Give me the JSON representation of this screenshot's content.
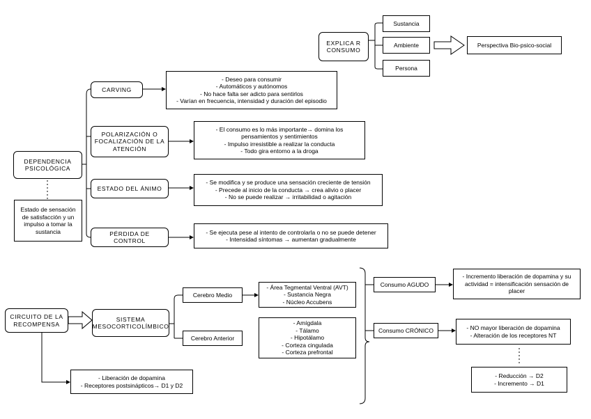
{
  "explicar": {
    "main": "EXPLICA R\nCONSUMO",
    "items": [
      "Sustancia",
      "Ambiente",
      "Persona"
    ],
    "result": "Perspectiva Bio-psico-social"
  },
  "dependencia": {
    "main": "DEPENDENCIA\nPSICOLÓGICA",
    "def": "Estado de sensación\nde satisfacción y un\nimpulso a tomar la\nsustancia",
    "categories": [
      {
        "label": "CARVING",
        "desc": "- Deseo para consumir\n- Automáticos y autónomos\n- No hace falta ser adicto para sentirlos\n- Varían en frecuencia, intensidad y duración del episodio"
      },
      {
        "label": "POLARIZACIÓN O\nFOCALIZACIÓN DE LA\nATENCIÓN",
        "desc": "- El consumo es lo más importante→ domina los\npensamientos y sentimientos\n- Impulso irresistible a realizar la conducta\n- Todo gira entorno a la droga"
      },
      {
        "label": "ESTADO DEL ÁNIMO",
        "desc": "- Se modifica y se produce una sensación creciente de tensión\n- Precede al inicio de la conducta → crea alivio o placer\n- No se puede realizar → irritabilidad o agitación"
      },
      {
        "label": "PÉRDIDA DE CONTROL",
        "desc": "- Se ejecuta pese al intento de controlarla o no se puede detener\n- Intensidad síntomas → aumentan gradualmente"
      }
    ]
  },
  "circuito": {
    "main": "CIRCUITO DE LA\nRECOMPENSA",
    "sistema": "SISTEMA\nMESOCORTICOLÍMBICO",
    "liberacion": "- Liberación de dopamina\n- Receptores postsinápticos→ D1 y D2",
    "cerebro_medio": "Cerebro Medio",
    "cerebro_medio_items": "- Área Tegmental Ventral (AVT)\n- Sustancia Negra\n- Núcleo Accubens",
    "cerebro_anterior": "Cerebro Anterior",
    "cerebro_anterior_items": "- Amígdala\n- Tálamo\n- Hipotálamo\n- Corteza cingulada\n- Corteza prefrontal"
  },
  "consumo": {
    "agudo": "Consumo AGUDO",
    "agudo_desc": "- Incremento liberación de dopamina y su\nactividad = intensificación sensación de\nplacer",
    "cronico": "Consumo CRÓNICO",
    "cronico_desc": "- NO mayor liberación de dopamina\n- Alteración de los receptores NT",
    "cronico_result": "- Reducción → D2\n- Incremento → D1"
  }
}
